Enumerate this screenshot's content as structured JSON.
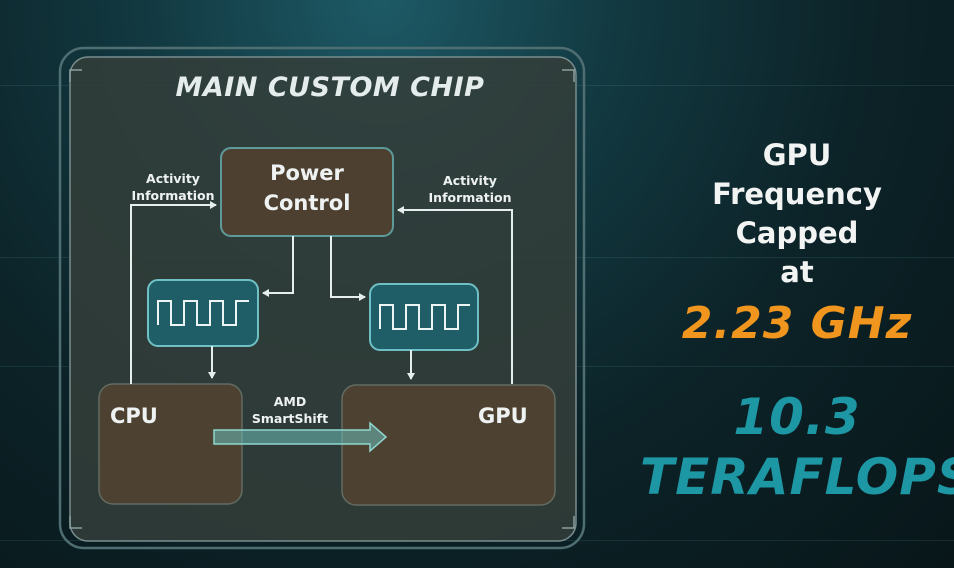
{
  "diagram": {
    "title": "MAIN CUSTOM CHIP",
    "power_control": {
      "line1": "Power",
      "line2": "Control"
    },
    "left_activity": {
      "line1": "Activity",
      "line2": "Information"
    },
    "right_activity": {
      "line1": "Activity",
      "line2": "Information"
    },
    "cpu_label": "CPU",
    "gpu_label": "GPU",
    "smartshift": {
      "line1": "AMD",
      "line2": "SmartShift"
    }
  },
  "side": {
    "lines": [
      "GPU",
      "Frequency",
      "Capped",
      "at"
    ],
    "frequency_value": "2.23 GHz",
    "teraflops_value": "10.3",
    "teraflops_unit": "TERAFLOPS"
  },
  "colors": {
    "frequency_accent": "#f0961e",
    "teraflops_accent": "#1e97a5",
    "block_fill": "#4a3f2c",
    "clock_fill": "#1e5e66"
  },
  "icons": [
    "clock-waveform-icon",
    "arrow-icon"
  ]
}
